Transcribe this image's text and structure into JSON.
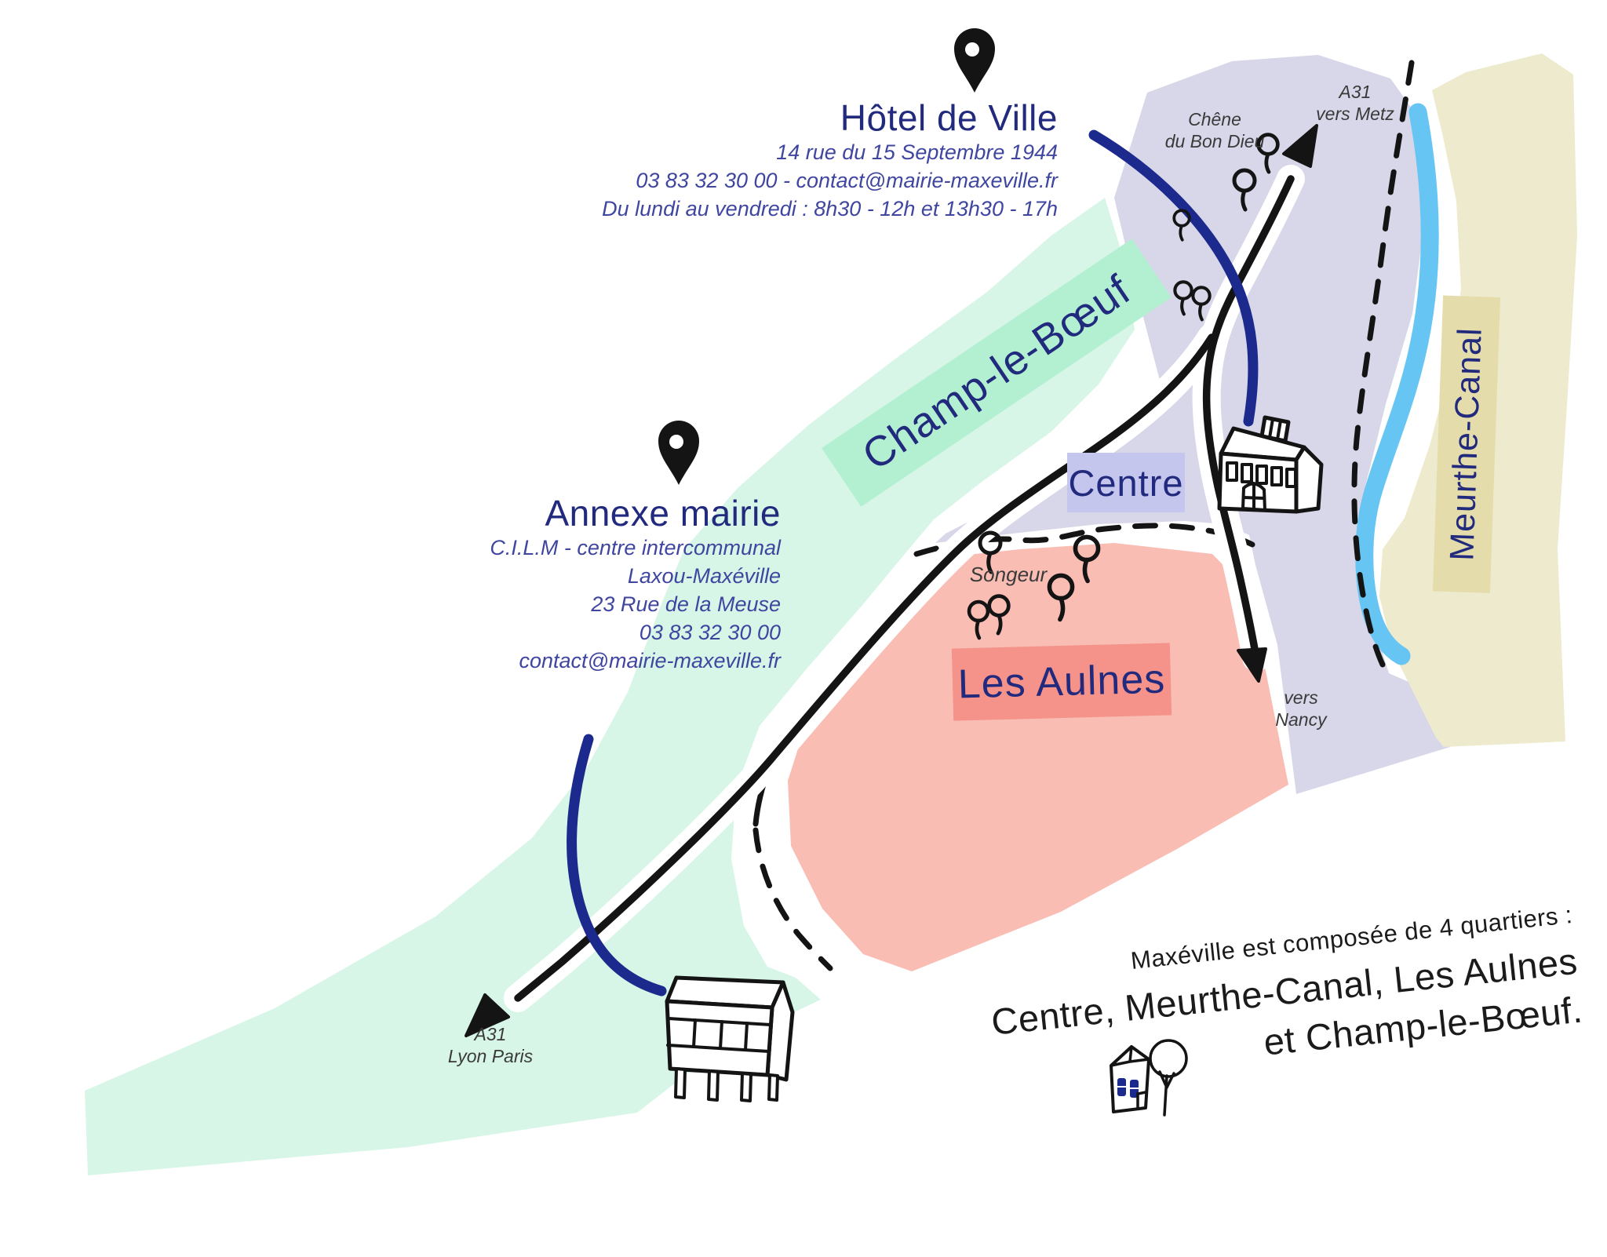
{
  "colors": {
    "mint": "#d7f6e7",
    "mint_band": "#b2f0d1",
    "lavender": "#d8d7e9",
    "centre_box": "#c5c6ee",
    "beige": "#eeeacd",
    "beige_band": "#e5dcab",
    "salmon": "#f9bdb4",
    "salmon_box": "#f5938a",
    "canal": "#66c5f2",
    "route": "#1c2a8e",
    "navy": "#212a7d",
    "address_blue": "#3f469f",
    "ink": "#141414",
    "gray_label": "#3a3a3a"
  },
  "hotel": {
    "title": "Hôtel de Ville",
    "line1": "14 rue du 15 Septembre 1944",
    "line2": "03 83 32 30 00 - contact@mairie-maxeville.fr",
    "line3": "Du lundi au vendredi : 8h30 - 12h et 13h30 - 17h"
  },
  "annexe": {
    "title": "Annexe mairie",
    "line1": "C.I.L.M - centre intercommunal",
    "line2": "Laxou-Maxéville",
    "line3": "23 Rue de la Meuse",
    "line4": "03 83 32 30 00",
    "line5": "contact@mairie-maxeville.fr"
  },
  "districts": {
    "champ_le_boeuf": "Champ-le-Bœuf",
    "centre": "Centre",
    "les_aulnes": "Les Aulnes",
    "meurthe_canal": "Meurthe-Canal"
  },
  "labels": {
    "chene_line1": "Chêne",
    "chene_line2": "du Bon Dieu",
    "metz_line1": "A31",
    "metz_line2": "vers Metz",
    "nancy_line1": "vers",
    "nancy_line2": "Nancy",
    "lyon_line1": "A31",
    "lyon_line2": "Lyon Paris",
    "songeur": "Songeur"
  },
  "footer": {
    "line1": "Maxéville est composée de 4 quartiers :",
    "line2": "Centre, Meurthe-Canal, Les Aulnes",
    "line3": "et Champ-le-Bœuf."
  },
  "icons": [
    "location-pin-icon",
    "balloon-tree-icon",
    "direction-arrow-icon",
    "town-hall-icon",
    "cilm-building-icon",
    "house-icon",
    "tree-icon"
  ]
}
